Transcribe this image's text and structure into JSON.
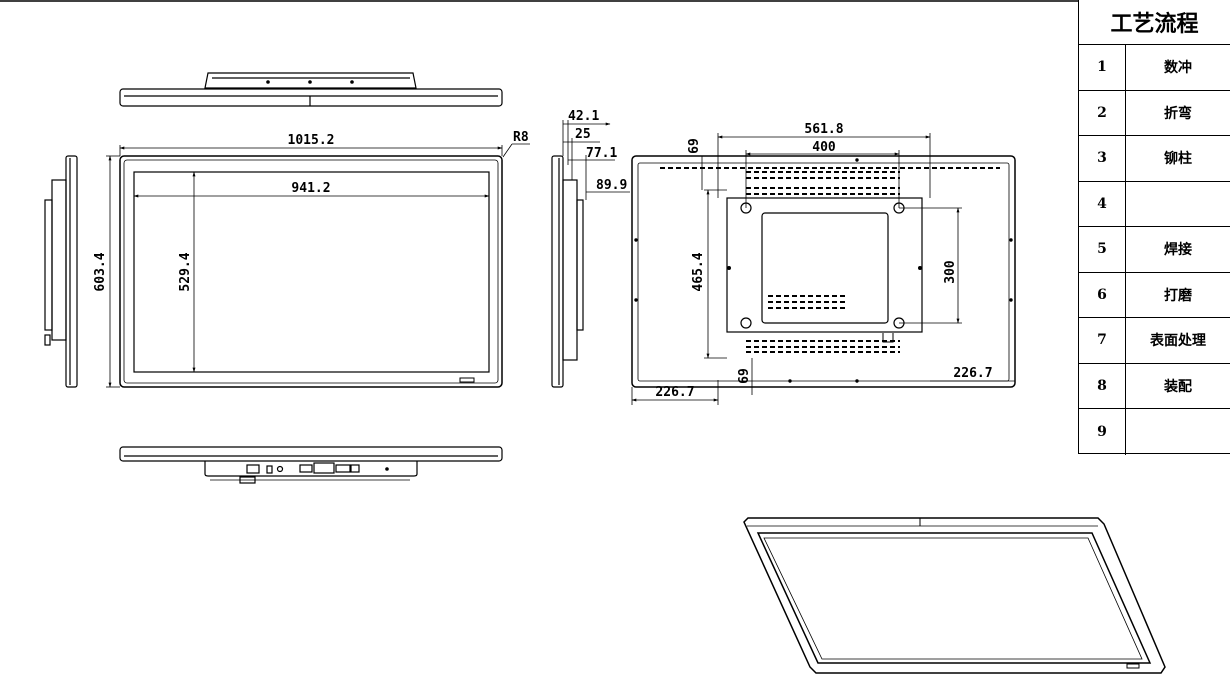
{
  "process_table": {
    "title": "工艺流程",
    "rows": [
      {
        "no": "1",
        "step": "数冲"
      },
      {
        "no": "2",
        "step": "折弯"
      },
      {
        "no": "3",
        "step": "铆柱"
      },
      {
        "no": "4",
        "step": ""
      },
      {
        "no": "5",
        "step": "焊接"
      },
      {
        "no": "6",
        "step": "打磨"
      },
      {
        "no": "7",
        "step": "表面处理"
      },
      {
        "no": "8",
        "step": "装配"
      },
      {
        "no": "9",
        "step": ""
      }
    ]
  },
  "dimensions": {
    "front_width": "1015.2",
    "front_height": "603.4",
    "screen_width": "941.2",
    "screen_height": "529.4",
    "corner_radius": "R8",
    "side_depth_1": "42.1",
    "side_depth_2": "25",
    "side_depth_3": "77.1",
    "side_depth_4": "89.9",
    "rear_vesa_outer": "561.8",
    "rear_vesa_width": "400",
    "rear_vesa_height": "300",
    "rear_mount_height": "465.4",
    "rear_top_offset": "69",
    "rear_bottom_offset": "69",
    "rear_left_offset": "226.7",
    "rear_right_offset": "226.7"
  }
}
